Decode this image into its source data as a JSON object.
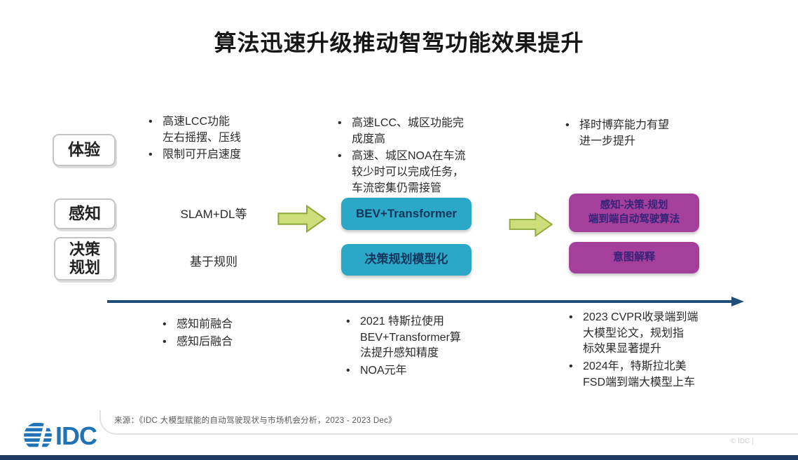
{
  "slide": {
    "title": "算法迅速升级推动智驾功能效果提升",
    "row_labels": {
      "experience": "体验",
      "perception": "感知",
      "planning": "决策\n规划"
    },
    "experience": {
      "col1": [
        "高速LCC功能\n左右摇摆、压线",
        "限制可开启速度"
      ],
      "col2": [
        "高速LCC、城区功能完\n成度高",
        "高速、城区NOA在车流\n较少时可以完成任务，\n车流密集仍需接管"
      ],
      "col3": [
        "择时博弈能力有望\n进一步提升"
      ]
    },
    "perception": {
      "stage1": "SLAM+DL等",
      "stage2": "BEV+Transformer",
      "stage3": "感知-决策-规划\n端到端自动驾驶算法"
    },
    "planning": {
      "stage1": "基于规则",
      "stage2": "决策规划模型化",
      "stage3": "意图解释"
    },
    "timeline": {
      "col1": [
        "感知前融合",
        "感知后融合"
      ],
      "col2": [
        "2021 特斯拉使用\nBEV+Transformer算\n法提升感知精度",
        "NOA元年"
      ],
      "col3": [
        "2023 CVPR收录端到端\n大模型论文，规划指\n标效果显著提升",
        "2024年，特斯拉北美\nFSD端到端大模型上车"
      ]
    },
    "footer": {
      "source": "来源：《IDC 大模型赋能的自动驾驶现状与市场机会分析，2023 - 2023 Dec》",
      "logo_text": "IDC",
      "copyright": "© IDC |"
    },
    "colors": {
      "teal_box": "#2BA7C7",
      "purple_box": "#A43F9B",
      "arrow_fill": "#CEDE7A",
      "arrow_stroke": "#8FA93C",
      "timeline_arrow": "#1F4E79",
      "logo_blue": "#2173B8",
      "bottom_bar": "#1F3B63"
    }
  }
}
